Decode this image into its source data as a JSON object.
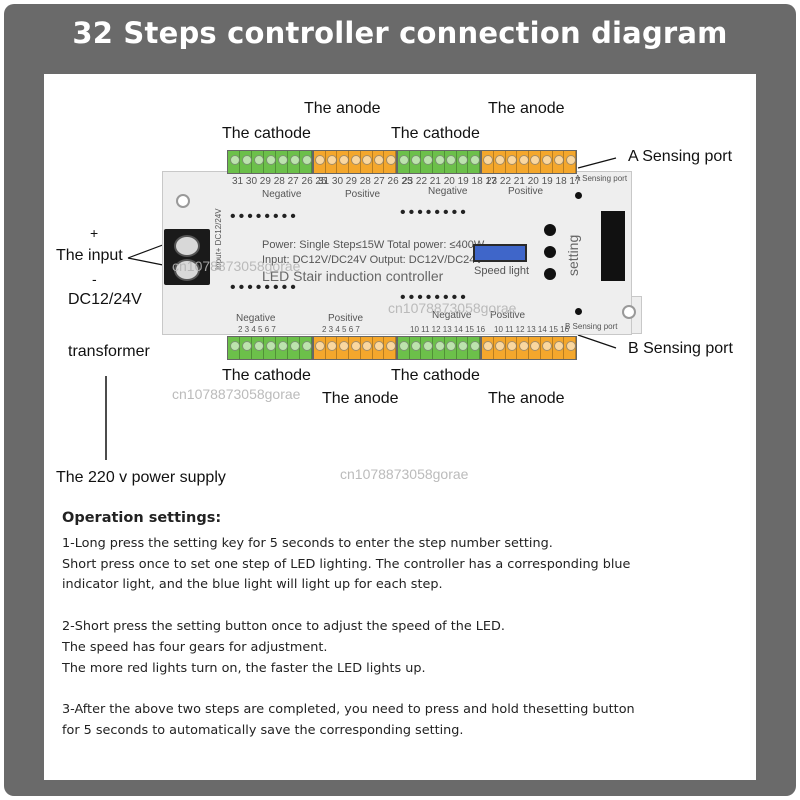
{
  "title": "32 Steps controller connection diagram",
  "labels": {
    "anode_top_left": "The anode",
    "anode_top_right": "The anode",
    "cathode_top_left": "The cathode",
    "cathode_top_right": "The cathode",
    "a_sensing_port": "A Sensing port",
    "b_sensing_port": "B Sensing port",
    "input_plus": "+",
    "input_label": "The input",
    "input_minus": "-",
    "voltage": "DC12/24V",
    "transformer": "transformer",
    "cathode_bottom_left": "The cathode",
    "cathode_bottom_right": "The cathode",
    "anode_bottom_left": "The anode",
    "anode_bottom_right": "The anode",
    "power_supply": "The 220 v power supply"
  },
  "device": {
    "power_line": "Power:  Single Step≤15W  Total power:  ≤400W",
    "io_line": "Input: DC12V/DC24V  Output: DC12V/DC24V",
    "name": "LED Stair induction controller",
    "speed_light": "Speed light",
    "setting": "setting",
    "negative": "Negative",
    "positive": "Positive",
    "a_port": "A Sensing port",
    "b_port": "B Sensing port",
    "input_side": "Input+ DC12/24V",
    "top_nums_left": "31 30 29 28 27 26 25",
    "top_nums_mid": "31 30 29 28 27 26 25",
    "top_nums_right": "23 22 21 20 19 18 17",
    "top_nums_far": "23 22 21 20 19 18 17",
    "bot_nums_left": "2 3 4 5 6 7",
    "bot_nums_mid": "2 3 4 5 6 7",
    "bot_nums_right": "10 11 12 13 14 15 16",
    "bot_nums_far": "10 11 12 13 14 15 16",
    "dots_pattern": "••••••••"
  },
  "watermarks": [
    "cn1078873058gorae",
    "cn1078873058gorae",
    "cn1078873058gorae",
    "cn1078873058gorae"
  ],
  "operation": {
    "heading": "Operation settings:",
    "lines": [
      "1-Long press the setting key for 5 seconds to enter the step number setting.",
      "Short press once to set one step of LED lighting. The controller has a corresponding blue",
      "indicator light, and the blue light will light up for each step.",
      "",
      "2-Short press the setting button once to adjust the speed of the LED.",
      "The speed has four gears for adjustment.",
      "The more red lights turn on, the faster the LED lights up.",
      "",
      "3-After the above two steps are completed, you need to press and hold thesetting button",
      "for 5 seconds to automatically save the corresponding setting."
    ]
  },
  "colors": {
    "frame": "#6a6a6a",
    "terminal_green": "#6cc04a",
    "terminal_orange": "#f4a72c",
    "display_blue": "#3f66c9"
  }
}
